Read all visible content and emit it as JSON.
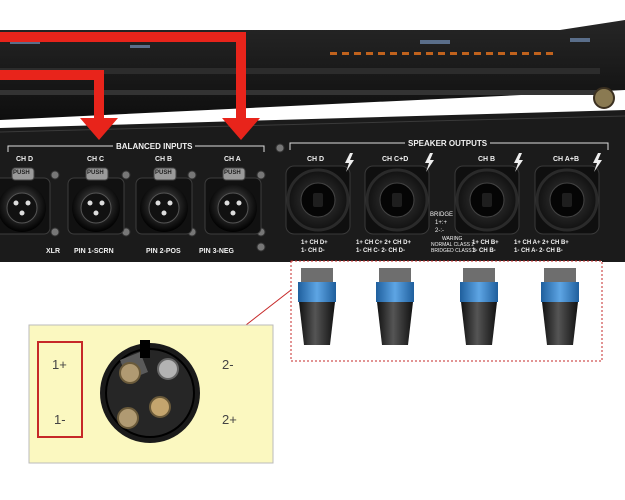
{
  "amplifier": {
    "balanced_inputs_title": "BALANCED INPUTS",
    "speaker_outputs_title": "SPEAKER OUTPUTS",
    "input_channels": [
      "CH D",
      "CH C",
      "CH B",
      "CH A"
    ],
    "push_label": "PUSH",
    "xlr_labels": [
      "XLR",
      "PIN 1-SCRN",
      "PIN 2-POS",
      "PIN 3-NEG"
    ],
    "output_channels": [
      "CH D",
      "CH C+D",
      "CH B",
      "CH A+B"
    ],
    "bridge_label": "BRIDGE",
    "bridge_pins": [
      "1+:+",
      "2-:-"
    ],
    "warning_lines": [
      "WARING",
      "NORMAL  CLASS 2",
      "BRIDGED CLASS 3"
    ],
    "pin_labels": [
      {
        "line1": "1+ CH D+",
        "line2": "1-  CH D-"
      },
      {
        "line1": "1+ CH C+  2+ CH D+",
        "line2": "1-  CH C-  2-  CH D-"
      },
      {
        "line1": "1+ CH B+",
        "line2": "1-  CH B-"
      },
      {
        "line1": "1+ CH A+   2+ CH B+",
        "line2": "1-  CH A-   2-  CH B-"
      }
    ]
  },
  "connector_detail": {
    "left_pins": [
      "1+",
      "1-"
    ],
    "right_pins": [
      "2-",
      "2+"
    ]
  },
  "colors": {
    "arrow": "#e8241b",
    "panel": "#1b1b1b",
    "inset_background": "#fbf8c0",
    "highlight_box": "#c62828",
    "connector_blue": "#3d7fc1"
  }
}
